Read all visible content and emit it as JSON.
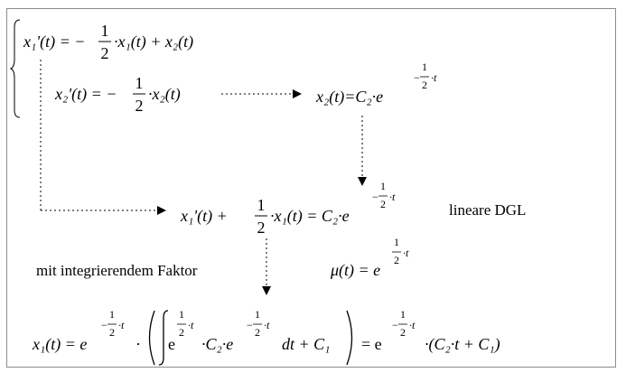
{
  "eq1": {
    "lhs": "x₁'(t) = −",
    "frac_num": "1",
    "frac_den": "2",
    "rest": "·x₁(t) + x₂(t)"
  },
  "eq2": {
    "lhs": "x₂'(t) = −",
    "frac_num": "1",
    "frac_den": "2",
    "rest": "·x₂(t)"
  },
  "sol2": {
    "lhs": "x₂(t)=C₂·e",
    "exp_minus": "−",
    "exp_num": "1",
    "exp_den": "2",
    "exp_var": "·t"
  },
  "eq3": {
    "lhs": "x₁'(t) +",
    "frac_num": "1",
    "frac_den": "2",
    "mid": "·x₁(t) = C₂·e",
    "exp_minus": "−",
    "exp_num": "1",
    "exp_den": "2",
    "exp_var": "·t"
  },
  "label_linear": "lineare DGL",
  "label_factor": "mit integrierendem Faktor",
  "mu": {
    "lhs": "μ(t) = e",
    "exp_num": "1",
    "exp_den": "2",
    "exp_var": "·t"
  },
  "final": {
    "lhs": "x₁(t) = e",
    "exp1_minus": "−",
    "exp1_num": "1",
    "exp1_den": "2",
    "exp1_var": "·t",
    "dot": "·",
    "int_e": "e",
    "exp2_num": "1",
    "exp2_den": "2",
    "exp2_var": "·t",
    "mid": "·C₂·e",
    "exp3_minus": "−",
    "exp3_num": "1",
    "exp3_den": "2",
    "exp3_var": "·t",
    "dt": "dt + C₁",
    "eq_e": "= e",
    "exp4_minus": "−",
    "exp4_num": "1",
    "exp4_den": "2",
    "exp4_var": "·t",
    "result": "·(C₂·t + C₁)"
  }
}
